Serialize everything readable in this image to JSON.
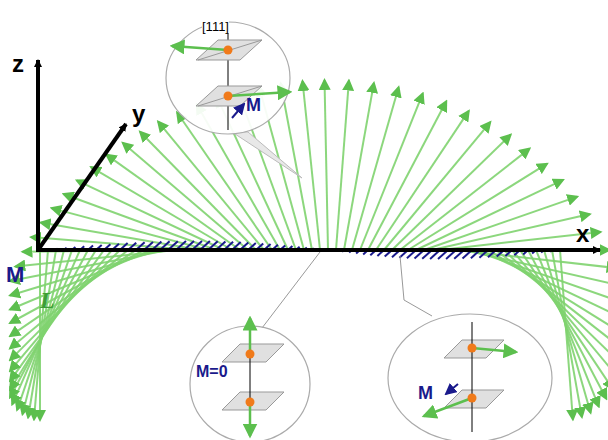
{
  "diagram": {
    "nodes": [
      {
        "text": [
          "[111]",
          "M"
        ]
      },
      {
        "text": [
          "M=0"
        ]
      },
      {
        "text": [
          "M"
        ]
      }
    ],
    "labels": [
      "z",
      "y",
      "x",
      "M",
      "L"
    ]
  }
}
